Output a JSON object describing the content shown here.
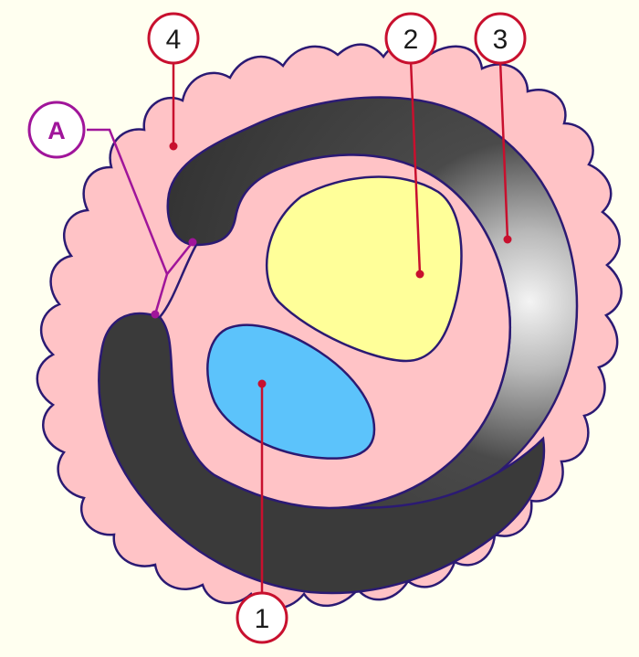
{
  "diagram": {
    "labels": {
      "label_1": "1",
      "label_2": "2",
      "label_3": "3",
      "label_4": "4",
      "label_a": "A"
    },
    "colors": {
      "background": "#fffff0",
      "outer_layer": "#ffc3c6",
      "outline": "#2b1a73",
      "dark_region": "#3a3a3a",
      "yellow_body": "#ffff99",
      "blue_body": "#5cc3fb",
      "leader_red": "#c8102e",
      "leader_purple": "#a0159a"
    }
  }
}
